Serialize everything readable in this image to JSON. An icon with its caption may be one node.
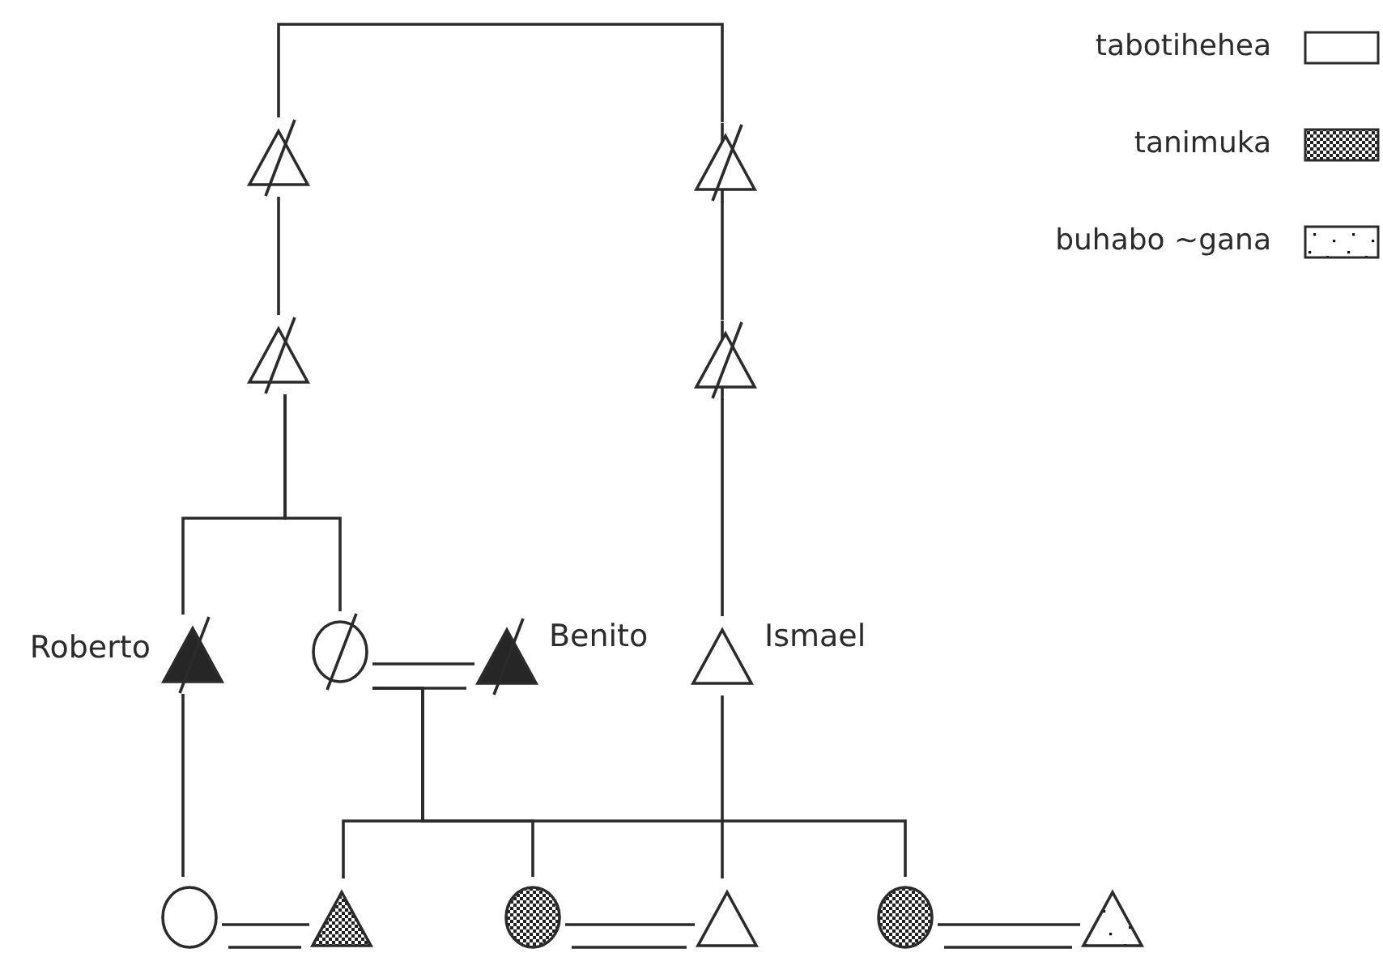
{
  "diagram": {
    "nodes": [
      {
        "text": [],
        "shape": "triangle"
      },
      {
        "text": [],
        "shape": "triangle"
      },
      {
        "text": [],
        "shape": "triangle"
      },
      {
        "text": [],
        "shape": "triangle"
      },
      {
        "text": [
          "Roberto"
        ]
      },
      {
        "text": [],
        "shape": "circle"
      },
      {
        "text": [
          "Benito"
        ]
      },
      {
        "text": [
          "Ismael"
        ]
      },
      {
        "text": [],
        "shape": "circle"
      },
      {
        "text": [],
        "shape": "triangle"
      },
      {
        "text": [],
        "shape": "circle"
      },
      {
        "text": [],
        "shape": "triangle"
      },
      {
        "text": [],
        "shape": "circle"
      },
      {
        "text": [],
        "shape": "triangle"
      }
    ],
    "edges": [
      {
        "from": 0,
        "to": 1,
        "arrow": "none"
      },
      {
        "from": 1,
        "to": 3,
        "arrow": "none"
      },
      {
        "from": 3,
        "to": 7,
        "arrow": "none"
      },
      {
        "from": 0,
        "to": 2,
        "arrow": "none"
      },
      {
        "from": 2,
        "to": 4,
        "arrow": "none"
      },
      {
        "from": 2,
        "to": 5,
        "arrow": "none"
      },
      {
        "from": 4,
        "to": 8,
        "arrow": "none"
      },
      {
        "from": 5,
        "to": 6,
        "arrow": "none"
      },
      {
        "from": 5,
        "to": 9,
        "arrow": "none"
      },
      {
        "from": 5,
        "to": 10,
        "arrow": "none"
      },
      {
        "from": 5,
        "to": 12,
        "arrow": "none"
      },
      {
        "from": 7,
        "to": 11,
        "arrow": "none"
      },
      {
        "from": 8,
        "to": 9,
        "arrow": "none"
      },
      {
        "from": 10,
        "to": 11,
        "arrow": "none"
      },
      {
        "from": 12,
        "to": 13,
        "arrow": "none"
      }
    ],
    "legend": [
      {
        "text": "tabotihehea",
        "color": "#ffffff"
      },
      {
        "text": "tanimuka"
      },
      {
        "text": "buhabo ~gana"
      }
    ]
  }
}
